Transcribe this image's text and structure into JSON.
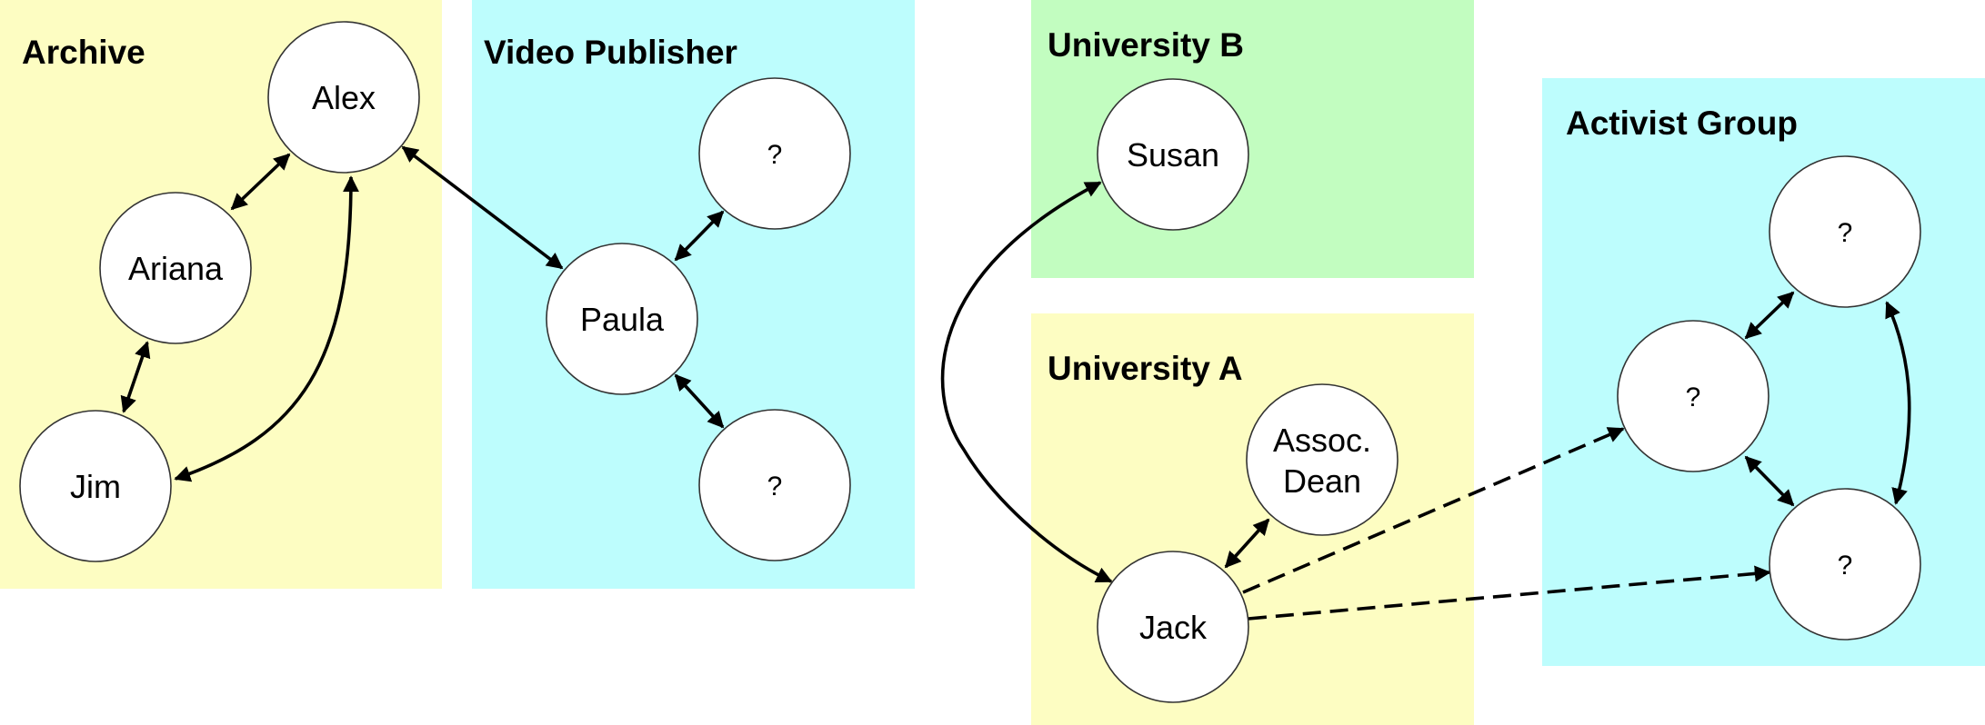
{
  "colors": {
    "yellow_region": "#fdfdc2",
    "cyan_region": "#bdfdfd",
    "green_region": "#c2fdc0",
    "node_fill": "#ffffff",
    "edge": "#000000"
  },
  "groups": [
    {
      "id": "archive",
      "title": "Archive",
      "color": "yellow"
    },
    {
      "id": "video-publisher",
      "title": "Video Publisher",
      "color": "cyan"
    },
    {
      "id": "university-b",
      "title": "University B",
      "color": "green"
    },
    {
      "id": "university-a",
      "title": "University A",
      "color": "yellow"
    },
    {
      "id": "activist-group",
      "title": "Activist Group",
      "color": "cyan"
    }
  ],
  "nodes": [
    {
      "id": "alex",
      "group": "archive",
      "label": [
        "Alex"
      ]
    },
    {
      "id": "ariana",
      "group": "archive",
      "label": [
        "Ariana"
      ]
    },
    {
      "id": "jim",
      "group": "archive",
      "label": [
        "Jim"
      ]
    },
    {
      "id": "paula",
      "group": "video-publisher",
      "label": [
        "Paula"
      ]
    },
    {
      "id": "vp-unknown-1",
      "group": "video-publisher",
      "label": [
        "?"
      ]
    },
    {
      "id": "vp-unknown-2",
      "group": "video-publisher",
      "label": [
        "?"
      ]
    },
    {
      "id": "susan",
      "group": "university-b",
      "label": [
        "Susan"
      ]
    },
    {
      "id": "assoc-dean",
      "group": "university-a",
      "label": [
        "Assoc.",
        "Dean"
      ]
    },
    {
      "id": "jack",
      "group": "university-a",
      "label": [
        "Jack"
      ]
    },
    {
      "id": "ag-unknown-top",
      "group": "activist-group",
      "label": [
        "?"
      ]
    },
    {
      "id": "ag-unknown-left",
      "group": "activist-group",
      "label": [
        "?"
      ]
    },
    {
      "id": "ag-unknown-bottom",
      "group": "activist-group",
      "label": [
        "?"
      ]
    }
  ],
  "edges": [
    {
      "from": "ariana",
      "to": "alex",
      "style": "solid",
      "direction": "both"
    },
    {
      "from": "ariana",
      "to": "jim",
      "style": "solid",
      "direction": "both"
    },
    {
      "from": "alex",
      "to": "jim",
      "style": "solid",
      "direction": "both",
      "curved": true
    },
    {
      "from": "alex",
      "to": "paula",
      "style": "solid",
      "direction": "both"
    },
    {
      "from": "paula",
      "to": "vp-unknown-1",
      "style": "solid",
      "direction": "both"
    },
    {
      "from": "paula",
      "to": "vp-unknown-2",
      "style": "solid",
      "direction": "both"
    },
    {
      "from": "susan",
      "to": "jack",
      "style": "solid",
      "direction": "both",
      "curved": true
    },
    {
      "from": "jack",
      "to": "assoc-dean",
      "style": "solid",
      "direction": "both"
    },
    {
      "from": "jack",
      "to": "ag-unknown-left",
      "style": "dashed",
      "direction": "forward"
    },
    {
      "from": "jack",
      "to": "ag-unknown-bottom",
      "style": "dashed",
      "direction": "forward"
    },
    {
      "from": "ag-unknown-left",
      "to": "ag-unknown-top",
      "style": "solid",
      "direction": "both"
    },
    {
      "from": "ag-unknown-left",
      "to": "ag-unknown-bottom",
      "style": "solid",
      "direction": "both"
    },
    {
      "from": "ag-unknown-top",
      "to": "ag-unknown-bottom",
      "style": "solid",
      "direction": "both",
      "curved": true
    }
  ]
}
